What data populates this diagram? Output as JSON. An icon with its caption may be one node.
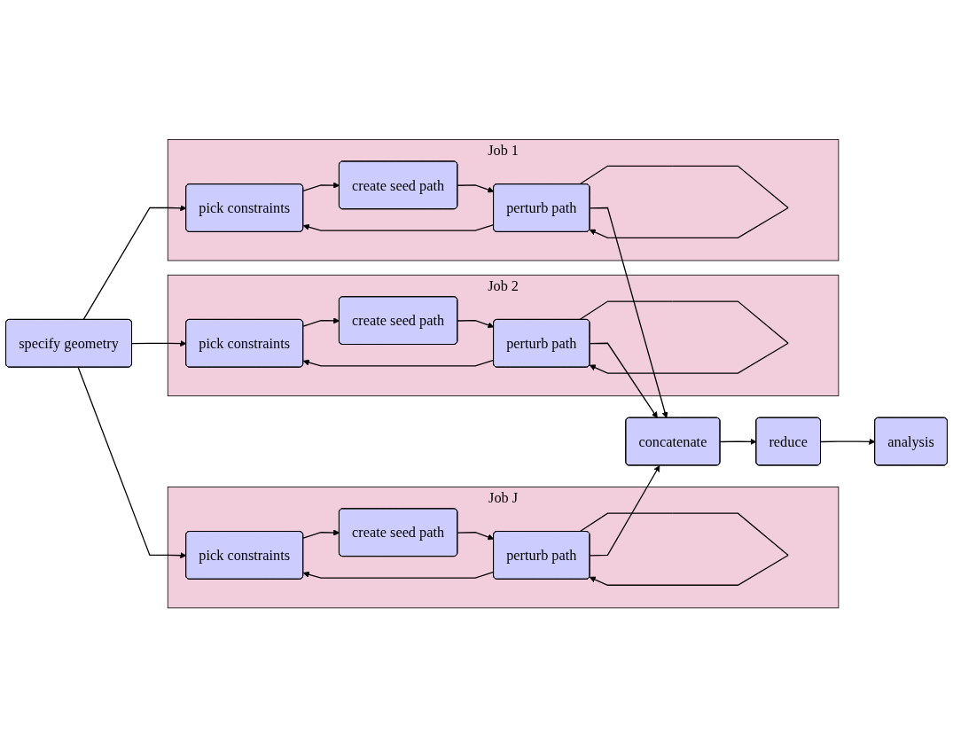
{
  "diagram": {
    "nodes": [
      {
        "text": [
          "specify geometry"
        ]
      },
      {
        "text": [
          "Job 1"
        ]
      },
      {
        "text": [
          "pick constraints"
        ],
        "in": 1
      },
      {
        "text": [
          "create seed path"
        ],
        "in": 1
      },
      {
        "text": [
          "perturb path"
        ],
        "in": 1
      },
      {
        "text": [
          "Job 2"
        ]
      },
      {
        "text": [
          "pick constraints"
        ],
        "in": 5
      },
      {
        "text": [
          "create seed path"
        ],
        "in": 5
      },
      {
        "text": [
          "perturb path"
        ],
        "in": 5
      },
      {
        "text": [
          "Job J"
        ]
      },
      {
        "text": [
          "pick constraints"
        ],
        "in": 9
      },
      {
        "text": [
          "create seed path"
        ],
        "in": 9
      },
      {
        "text": [
          "perturb path"
        ],
        "in": 9
      },
      {
        "text": [
          "concatenate"
        ]
      },
      {
        "text": [
          "reduce"
        ]
      },
      {
        "text": [
          "analysis"
        ]
      }
    ],
    "edges": [
      {
        "from": 0,
        "to": 2,
        "arrow": "to"
      },
      {
        "from": 0,
        "to": 6,
        "arrow": "to"
      },
      {
        "from": 0,
        "to": 10,
        "arrow": "to"
      },
      {
        "from": 2,
        "to": 3,
        "arrow": "to"
      },
      {
        "from": 3,
        "to": 4,
        "arrow": "to"
      },
      {
        "from": 4,
        "to": 4,
        "arrow": "to"
      },
      {
        "from": 4,
        "to": 2,
        "arrow": "to"
      },
      {
        "from": 6,
        "to": 7,
        "arrow": "to"
      },
      {
        "from": 7,
        "to": 8,
        "arrow": "to"
      },
      {
        "from": 8,
        "to": 8,
        "arrow": "to"
      },
      {
        "from": 8,
        "to": 6,
        "arrow": "to"
      },
      {
        "from": 10,
        "to": 11,
        "arrow": "to"
      },
      {
        "from": 11,
        "to": 12,
        "arrow": "to"
      },
      {
        "from": 12,
        "to": 12,
        "arrow": "to"
      },
      {
        "from": 12,
        "to": 10,
        "arrow": "to"
      },
      {
        "from": 4,
        "to": 13,
        "arrow": "to"
      },
      {
        "from": 8,
        "to": 13,
        "arrow": "to"
      },
      {
        "from": 12,
        "to": 13,
        "arrow": "to"
      },
      {
        "from": 13,
        "to": 14,
        "arrow": "to"
      },
      {
        "from": 14,
        "to": 15,
        "arrow": "to"
      }
    ]
  }
}
